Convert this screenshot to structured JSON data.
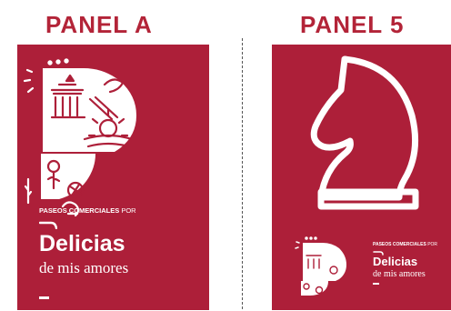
{
  "colors": {
    "accent": "#b32438",
    "panel": "#ad1f39",
    "ink": "#ffffff"
  },
  "panel_a": {
    "heading": "PANEL A",
    "tagline_bold": "PASEOS COMERCIALES",
    "tagline_rest": "POR",
    "brand": "Delicias",
    "subtitle": "de mis amores"
  },
  "panel_b": {
    "heading": "PANEL 5",
    "icon": "chess-knight-icon",
    "tagline_bold": "PASEOS COMERCIALES",
    "tagline_rest": "POR",
    "brand": "Delicias",
    "subtitle": "de mis amores"
  }
}
